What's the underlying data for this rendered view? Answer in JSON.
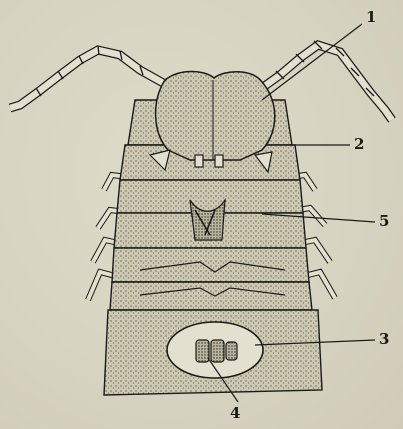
{
  "diagram": {
    "labels": [
      {
        "id": "1",
        "text": "1"
      },
      {
        "id": "2",
        "text": "2"
      },
      {
        "id": "5",
        "text": "5"
      },
      {
        "id": "3",
        "text": "3"
      },
      {
        "id": "4",
        "text": "4"
      }
    ]
  }
}
